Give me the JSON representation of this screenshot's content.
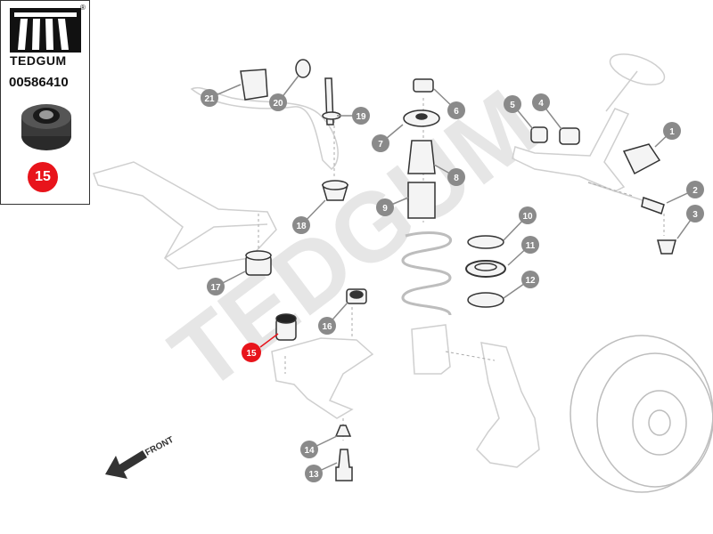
{
  "brand": {
    "name": "TEDGUM",
    "registered_mark": "®",
    "logo_icon": "tedgum-logo-icon"
  },
  "part_number": "00586410",
  "highlighted_position": "15",
  "watermark": "TEDGUM",
  "direction_label": "FRONT",
  "colors": {
    "accent": "#e8141b",
    "callout": "#8a8a8a",
    "outline": "#c8c8c8",
    "part": "#333333"
  },
  "callouts": [
    "1",
    "2",
    "3",
    "4",
    "5",
    "6",
    "7",
    "8",
    "9",
    "10",
    "11",
    "12",
    "13",
    "14",
    "16",
    "17",
    "18",
    "19",
    "20",
    "21"
  ]
}
